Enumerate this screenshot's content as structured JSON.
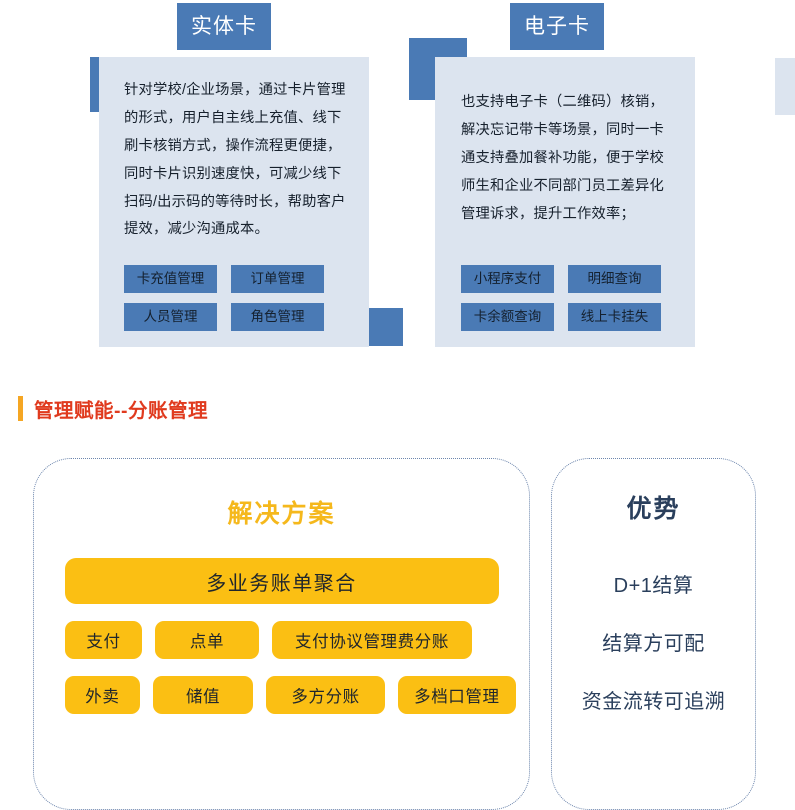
{
  "top_section": {
    "cards": [
      {
        "tab_label": "实体卡",
        "body_text": "针对学校/企业场景，通过卡片管理的形式，用户自主线上充值、线下刷卡核销方式，操作流程更便捷，同时卡片识别速度快，可减少线下扫码/出示码的等待时长，帮助客户提效，减少沟通成本。",
        "tags": [
          "卡充值管理",
          "订单管理",
          "人员管理",
          "角色管理"
        ]
      },
      {
        "tab_label": "电子卡",
        "body_text": "也支持电子卡（二维码）核销，解决忘记带卡等场景，同时一卡通支持叠加餐补功能，便于学校师生和企业不同部门员工差异化管理诉求，提升工作效率；",
        "tags": [
          "小程序支付",
          "明细查询",
          "卡余额查询",
          "线上卡挂失"
        ]
      }
    ]
  },
  "section_heading": {
    "text": "管理赋能--分账管理"
  },
  "solution_panel": {
    "title": "解决方案",
    "main_pill": "多业务账单聚合",
    "row1": [
      "支付",
      "点单",
      "支付协议管理费分账"
    ],
    "row2": [
      "外卖",
      "储值",
      "多方分账",
      "多档口管理"
    ]
  },
  "advantage_panel": {
    "title": "优势",
    "items": [
      "D+1结算",
      "结算方可配",
      "资金流转可追溯"
    ]
  },
  "colors": {
    "card_blue": "#4a7ab5",
    "card_bg": "#dce4ef",
    "heading_red": "#e03a1e",
    "heading_bar_orange": "#f5a623",
    "pill_yellow": "#fbbf13",
    "solution_title_yellow": "#f5b81c",
    "advantage_navy": "#2a3f5c",
    "panel_border": "#6d86ad"
  }
}
